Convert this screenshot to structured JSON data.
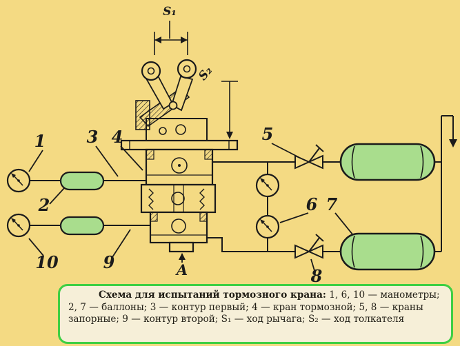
{
  "figure": {
    "background_color": "#f4da83",
    "line_color": "#1b1b1b",
    "reservoir_fill_color": "#a9dd8d",
    "labels": {
      "s1": "S₁",
      "s2": "S₂",
      "num1": "1",
      "num2": "2",
      "num3": "3",
      "num4": "4",
      "num5": "5",
      "num6": "6",
      "num7": "7",
      "num8": "8",
      "num9": "9",
      "num10": "10",
      "letterA": "A"
    }
  },
  "caption": {
    "border_color": "#3ecf44",
    "title": "Схема для испытаний тормозного крана:",
    "body": " 1, 6, 10 — манометры; 2, 7 — баллоны; 3 — контур первый; 4 — кран тормозной; 5, 8 — краны запорные; 9 — контур второй; S₁ — ход рычага; S₂ — ход толкателя"
  }
}
